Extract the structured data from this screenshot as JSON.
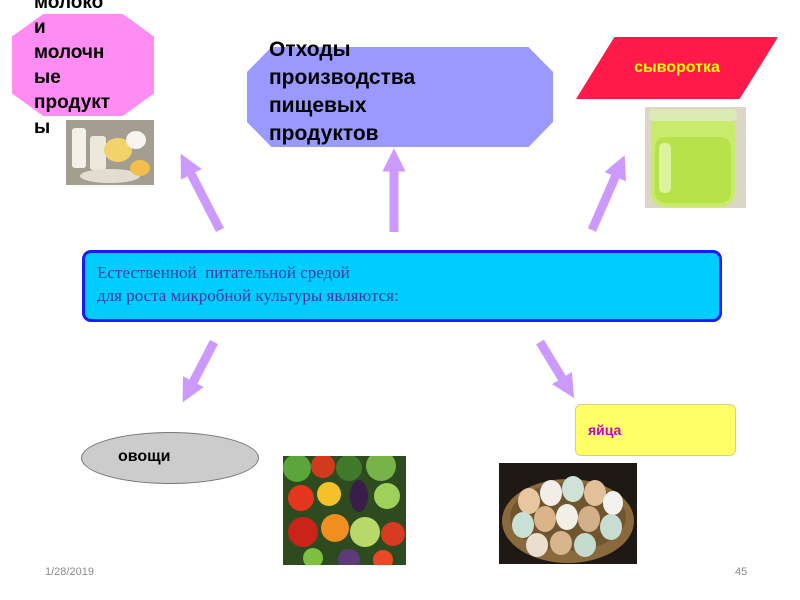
{
  "nodes": {
    "dairy": {
      "lines": [
        "молоко",
        "и",
        "молочн",
        "ые",
        "продукт",
        "ы"
      ]
    },
    "waste": {
      "lines": [
        "Отходы",
        "производства",
        "пищевых",
        "продуктов"
      ]
    },
    "whey": {
      "label": "сыворотка"
    },
    "center": {
      "lines": [
        "Естественной  питательной средой",
        "для роста микробной культуры являются:"
      ]
    },
    "vegetables": {
      "label": "овощи"
    },
    "eggs": {
      "label": "яйца"
    }
  },
  "footer": {
    "date": "1/28/2019",
    "page": "45"
  },
  "colors": {
    "dairy_fill": "#ff8cf2",
    "waste_fill": "#9999ff",
    "whey_fill": "#ff1a4a",
    "whey_text": "#ffff00",
    "center_fill": "#00ccff",
    "center_border": "#1a1aff",
    "vegetables_fill": "#cccccc",
    "eggs_fill": "#ffff66",
    "eggs_text": "#cc00cc",
    "arrow": "#cc99ff"
  },
  "icons": {
    "dairy_photo": "dairy-products-photo",
    "whey_photo": "whey-jar-photo",
    "vegetables_photo": "vegetables-photo",
    "eggs_photo": "eggs-basket-photo"
  }
}
